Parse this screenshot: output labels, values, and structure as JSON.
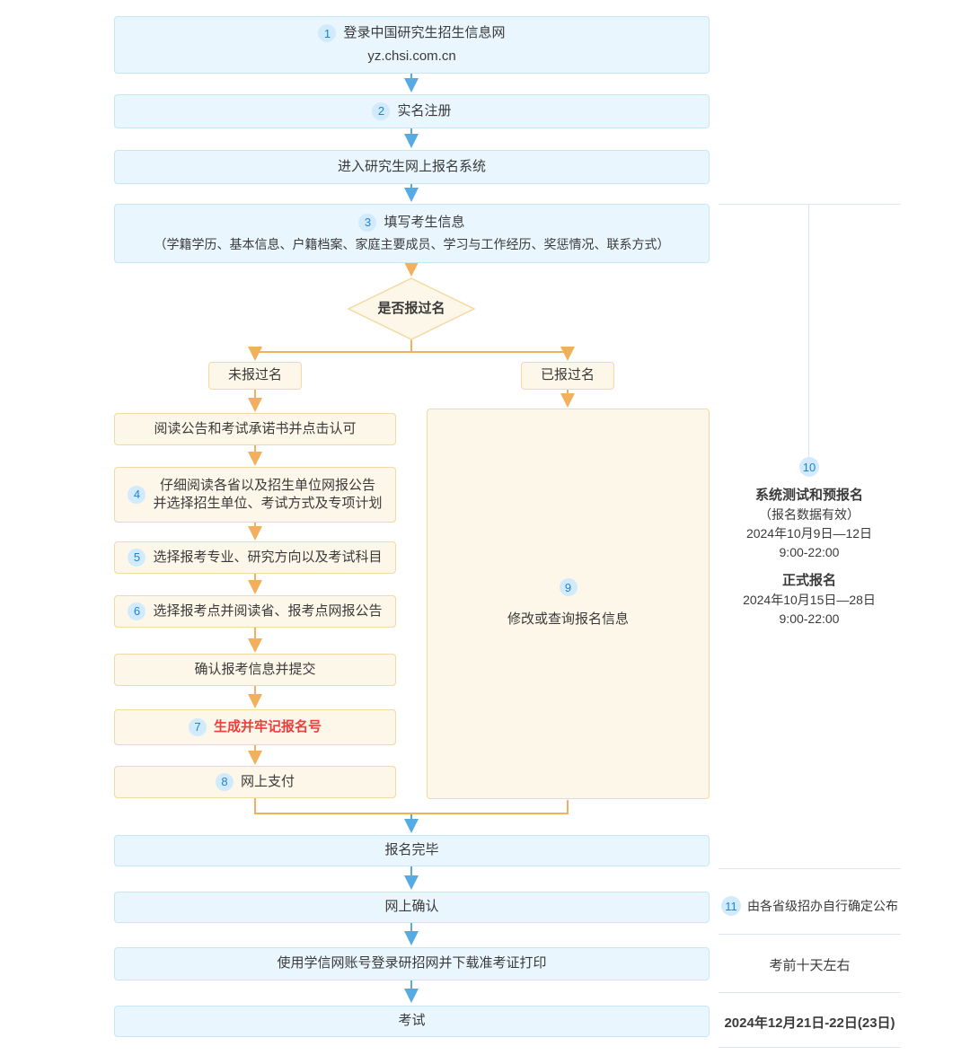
{
  "flow": {
    "step1": {
      "num": "1",
      "title": "登录中国研究生招生信息网",
      "subtitle": "yz.chsi.com.cn"
    },
    "step2": {
      "num": "2",
      "label": "实名注册"
    },
    "step3": {
      "label": "进入研究生网上报名系统"
    },
    "step4": {
      "num": "3",
      "title": "填写考生信息",
      "detail": "（学籍学历、基本信息、户籍档案、家庭主要成员、学习与工作经历、奖惩情况、联系方式）"
    },
    "decision": {
      "label": "是否报过名"
    },
    "branch_no": {
      "label": "未报过名"
    },
    "branch_yes": {
      "label": "已报过名"
    },
    "left_steps": {
      "s1": {
        "label": "阅读公告和考试承诺书并点击认可"
      },
      "s2": {
        "num": "4",
        "line1": "仔细阅读各省以及招生单位网报公告",
        "line2": "并选择招生单位、考试方式及专项计划"
      },
      "s3": {
        "num": "5",
        "label": "选择报考专业、研究方向以及考试科目"
      },
      "s4": {
        "num": "6",
        "label": "选择报考点并阅读省、报考点网报公告"
      },
      "s5": {
        "label": "确认报考信息并提交"
      },
      "s6": {
        "num": "7",
        "label": "生成并牢记报名号"
      },
      "s7": {
        "num": "8",
        "label": "网上支付"
      }
    },
    "modify_box": {
      "num": "9",
      "label": "修改或查询报名信息"
    },
    "finish": {
      "label": "报名完毕"
    },
    "confirm": {
      "label": "网上确认"
    },
    "print": {
      "label": "使用学信网账号登录研招网并下载准考证打印"
    },
    "exam": {
      "label": "考试"
    }
  },
  "sidebar": {
    "note10": {
      "num": "10",
      "phase1_title": "系统测试和预报名",
      "phase1_note": "（报名数据有效）",
      "phase1_date": "2024年10月9日—12日",
      "phase1_time": "9:00-22:00",
      "phase2_title": "正式报名",
      "phase2_date": "2024年10月15日—28日",
      "phase2_time": "9:00-22:00"
    },
    "note11": {
      "num": "11",
      "label": "由各省级招办自行确定公布"
    },
    "note_print": {
      "label": "考前十天左右"
    },
    "note_exam": {
      "label": "2024年12月21日-22日(23日)"
    }
  }
}
